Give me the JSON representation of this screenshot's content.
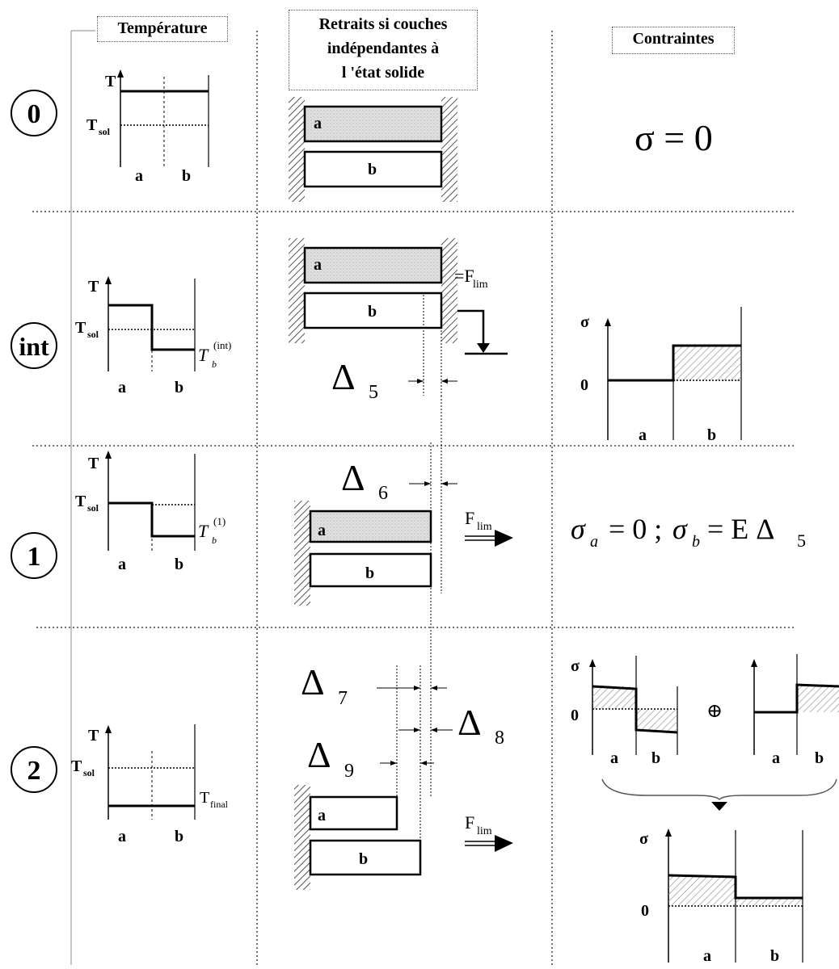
{
  "headers": {
    "temperature": "Température",
    "retraits": [
      "Retraits si couches",
      "indépendantes à",
      "l 'état solide"
    ],
    "contraintes": "Contraintes"
  },
  "rows": [
    {
      "id": "0",
      "label": "0"
    },
    {
      "id": "int",
      "label": "int"
    },
    {
      "id": "1",
      "label": "1"
    },
    {
      "id": "2",
      "label": "2"
    }
  ],
  "labels": {
    "T": "T",
    "Tsol_main": "T",
    "Tsol_sub": "sol",
    "a": "a",
    "b": "b",
    "sigma": "σ",
    "zero": "0",
    "Tb_int_main": "T",
    "Tb_int_sub": "b",
    "Tb_int_sup": "(int)",
    "Tb_1_sup": "(1)",
    "Tfinal_main": "T",
    "Tfinal_sub": "final",
    "Flim_main": "F",
    "Flim_sub": "lim",
    "Flim_eq": "=F",
    "delta": "Δ",
    "d5": "5",
    "d6": "6",
    "d7": "7",
    "d8": "8",
    "d9": "9",
    "oplus": "⊕"
  },
  "equations": {
    "row0": "σ = 0",
    "row1_a": "σ",
    "row1_a_sub": "a",
    "row1_mid": " = 0 ; ",
    "row1_b": "σ",
    "row1_b_sub": "b",
    "row1_end": " = E Δ",
    "row1_end_sub": "5"
  },
  "colors": {
    "ink": "#000000",
    "hatch": "#888888",
    "speckle": "#d6d6d6"
  }
}
